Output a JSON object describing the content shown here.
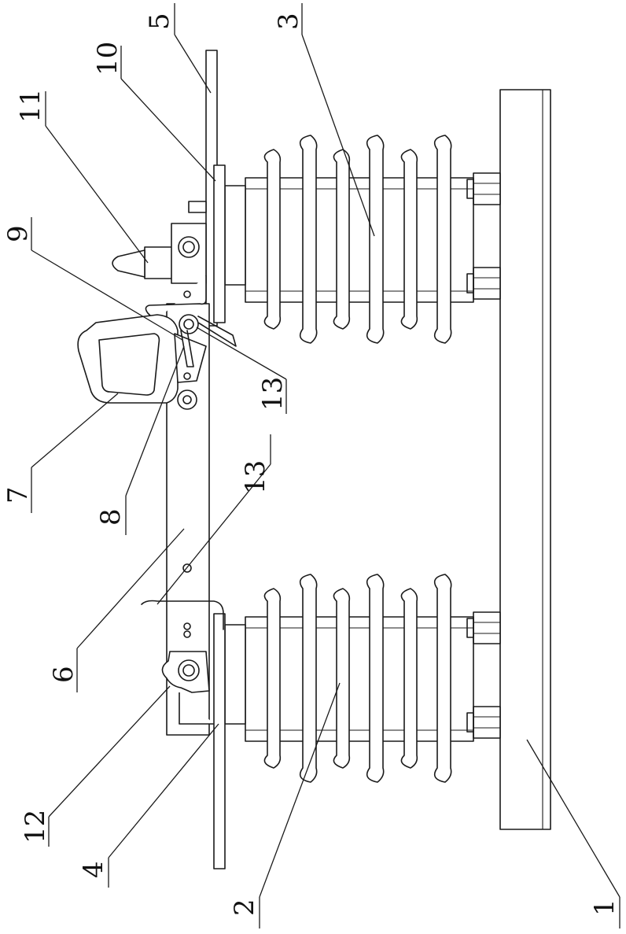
{
  "labels": [
    {
      "id": "1",
      "text": "1"
    },
    {
      "id": "2",
      "text": "2"
    },
    {
      "id": "3",
      "text": "3"
    },
    {
      "id": "4",
      "text": "4"
    },
    {
      "id": "5",
      "text": "5"
    },
    {
      "id": "6",
      "text": "6"
    },
    {
      "id": "7",
      "text": "7"
    },
    {
      "id": "8",
      "text": "8"
    },
    {
      "id": "9",
      "text": "9"
    },
    {
      "id": "10",
      "text": "10"
    },
    {
      "id": "11",
      "text": "11"
    },
    {
      "id": "12",
      "text": "12"
    },
    {
      "id": "13a",
      "text": "13"
    },
    {
      "id": "13b",
      "text": "13"
    }
  ]
}
